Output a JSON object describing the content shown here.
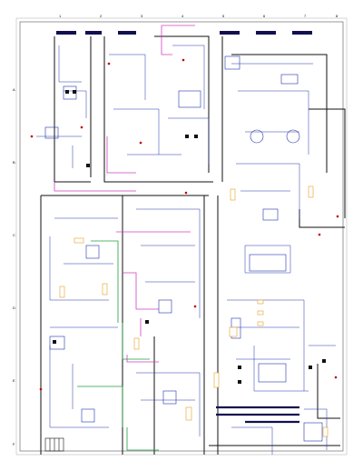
{
  "sheet": {
    "top_markers": [
      "1",
      "2",
      "3",
      "4",
      "5",
      "6",
      "7",
      "8"
    ],
    "side_markers": [
      "A",
      "B",
      "C",
      "D",
      "E",
      "F"
    ]
  },
  "colors": {
    "wire": "#2233aa",
    "bus": "#111111",
    "pink_net": "#d040c0",
    "green_net": "#20a040",
    "label_box": "#e8a020",
    "bar": "#101050",
    "marker": "#c00000"
  }
}
